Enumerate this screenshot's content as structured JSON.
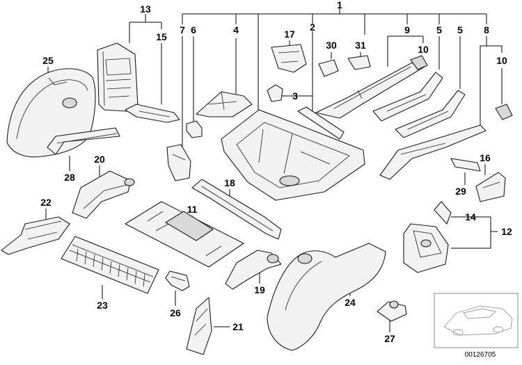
{
  "callouts": {
    "n1": "1",
    "n2": "2",
    "n3": "3",
    "n4": "4",
    "n5a": "5",
    "n5b": "5",
    "n6": "6",
    "n7": "7",
    "n8": "8",
    "n9": "9",
    "n10a": "10",
    "n10b": "10",
    "n11": "11",
    "n12": "12",
    "n13": "13",
    "n14": "14",
    "n15": "15",
    "n16": "16",
    "n17": "17",
    "n19": "19",
    "n18": "18",
    "n20": "20",
    "n21": "21",
    "n22": "22",
    "n23": "23",
    "n24": "24",
    "n25": "25",
    "n26": "26",
    "n27": "27",
    "n28": "28",
    "n29": "29",
    "n30": "30",
    "n31": "31"
  },
  "reference_number": "00126705"
}
